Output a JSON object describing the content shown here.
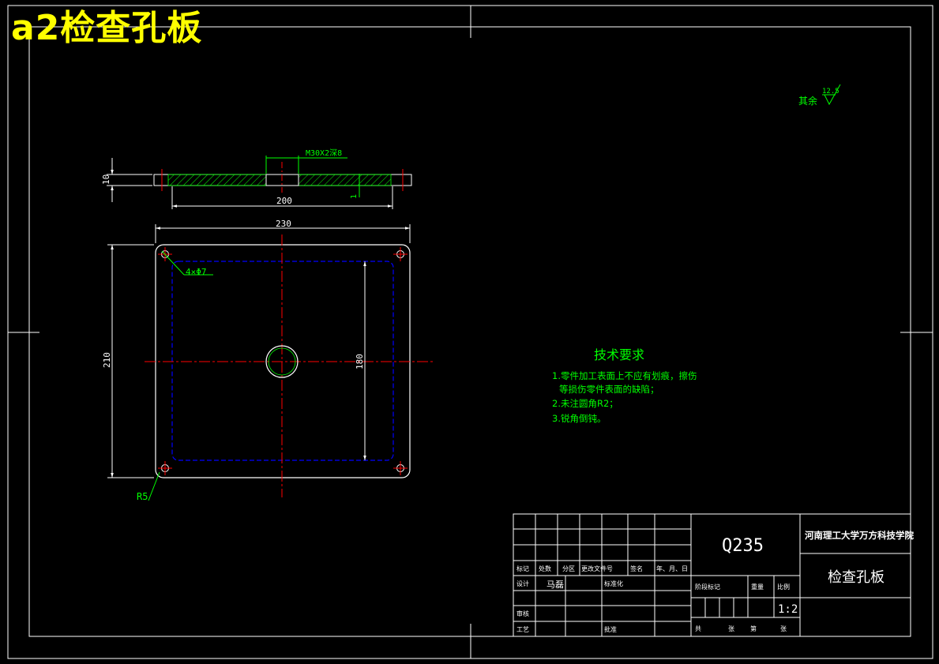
{
  "overlay_title": "a2检查孔板",
  "surface_finish": {
    "label": "其余",
    "value": "12.5"
  },
  "dimensions": {
    "thickness": "10",
    "thread": "M30X2深8",
    "small_step": "1",
    "width_200": "200",
    "width_230": "230",
    "height_210": "210",
    "height_180": "180",
    "holes": "4×Φ7",
    "radius": "R5"
  },
  "tech_requirements": {
    "title": "技术要求",
    "items": [
      "1.零件加工表面上不应有划痕，擦伤",
      "等损伤零件表面的缺陷；",
      "2.未注圆角R2；",
      "3.锐角倒钝。"
    ]
  },
  "title_block": {
    "material": "Q235",
    "school": "河南理工大学万方科技学院",
    "part_name": "检查孔板",
    "scale": "1:2",
    "row_labels": [
      "标记",
      "处数",
      "分区",
      "更改文件号",
      "签名",
      "年、月、日"
    ],
    "designer_label": "设计",
    "designer_name": "马磊",
    "standardize_label": "标准化",
    "review_label": "审核",
    "process_label": "工艺",
    "approve_label": "批准",
    "stage_label": "阶段标记",
    "weight_label": "重量",
    "scale_label": "比例",
    "sheets_total": "共",
    "sheets_num": "张",
    "sheet_label": "第",
    "sheet_num": "张"
  },
  "colors": {
    "background": "#000000",
    "outline": "#ffffff",
    "dimension": "#00ff00",
    "centerline": "#ff0000",
    "hidden_line": "#0000ff",
    "hatch": "#00ff00",
    "overlay_title": "#ffff00"
  }
}
